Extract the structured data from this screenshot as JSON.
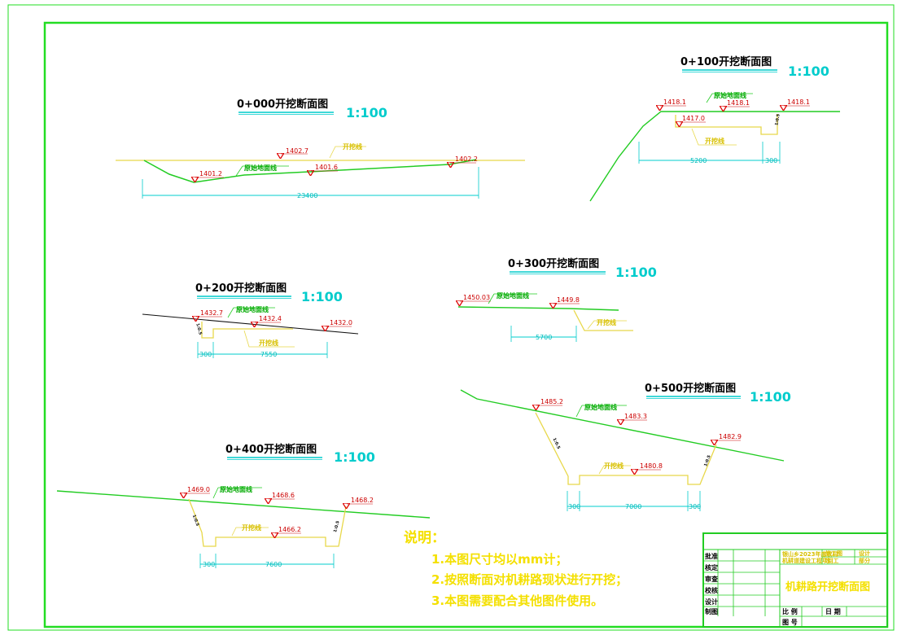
{
  "sections": {
    "s000": {
      "title": "0+000开挖断面图",
      "scale": "1:100",
      "elev_a": "1402.7",
      "elev_b": "1401.2",
      "elev_c": "1401.6",
      "elev_d": "1402.2",
      "ground_label": "原始地面线",
      "excavation_label": "开挖线",
      "dim": "23400"
    },
    "s100": {
      "title": "0+100开挖断面图",
      "scale": "1:100",
      "elev_a": "1418.1",
      "elev_b": "1418.1",
      "elev_c": "1418.1",
      "elev_d": "1417.0",
      "ground_label": "原始地面线",
      "excavation_label": "开挖线",
      "slope_label": "1:0.5",
      "dim_main": "5200",
      "dim_side": "300"
    },
    "s200": {
      "title": "0+200开挖断面图",
      "scale": "1:100",
      "elev_a": "1432.7",
      "elev_b": "1432.4",
      "elev_c": "1432.0",
      "ground_label": "原始地面线",
      "excavation_label": "开挖线",
      "slope_label": "1:0.5",
      "dim_side": "300",
      "dim_main": "7550"
    },
    "s300": {
      "title": "0+300开挖断面图",
      "scale": "1:100",
      "elev_a": "1450.03",
      "elev_b": "1449.8",
      "ground_label": "原始地面线",
      "excavation_label": "开挖线",
      "dim_main": "5700"
    },
    "s400": {
      "title": "0+400开挖断面图",
      "scale": "1:100",
      "elev_a": "1469.0",
      "elev_b": "1468.6",
      "elev_c": "1468.2",
      "elev_d": "1466.2",
      "ground_label": "原始地面线",
      "excavation_label": "开挖线",
      "slope_label": "1:0.5",
      "dim_side": "300",
      "dim_main": "7600"
    },
    "s500": {
      "title": "0+500开挖断面图",
      "scale": "1:100",
      "elev_a": "1485.2",
      "elev_b": "1483.3",
      "elev_c": "1482.9",
      "elev_d": "1480.8",
      "ground_label": "原始地面线",
      "excavation_label": "开挖线",
      "slope_label": "1:0.5",
      "dim_left": "300",
      "dim_main": "7000",
      "dim_right": "300"
    }
  },
  "notes": {
    "heading": "说明：",
    "items": [
      "1.本图尺寸均以mm计；",
      "2.按照断面对机耕路现状进行开挖；",
      "3.本图需要配合其他图件使用。"
    ]
  },
  "title_block": {
    "roles": [
      "批准",
      "核定",
      "审查",
      "校核",
      "设计",
      "制图"
    ],
    "project_line1": "银山乡2023年度农村",
    "project_line2": "机耕道建设工程项目",
    "stage_label": "施工图",
    "design_label": "设计",
    "dept_label": "水 工",
    "dept_value": "部分",
    "drawing_title": "机耕路开挖断面图",
    "ratio_label": "比 例",
    "date_label": "日 期",
    "number_label": "图 号"
  },
  "colors": {
    "frame": "#22dd22",
    "ground": "#22cc22",
    "excavation": "#e8d84a",
    "dimension": "#00cccc",
    "marker": "#dd0000",
    "note": "#f4e000"
  }
}
